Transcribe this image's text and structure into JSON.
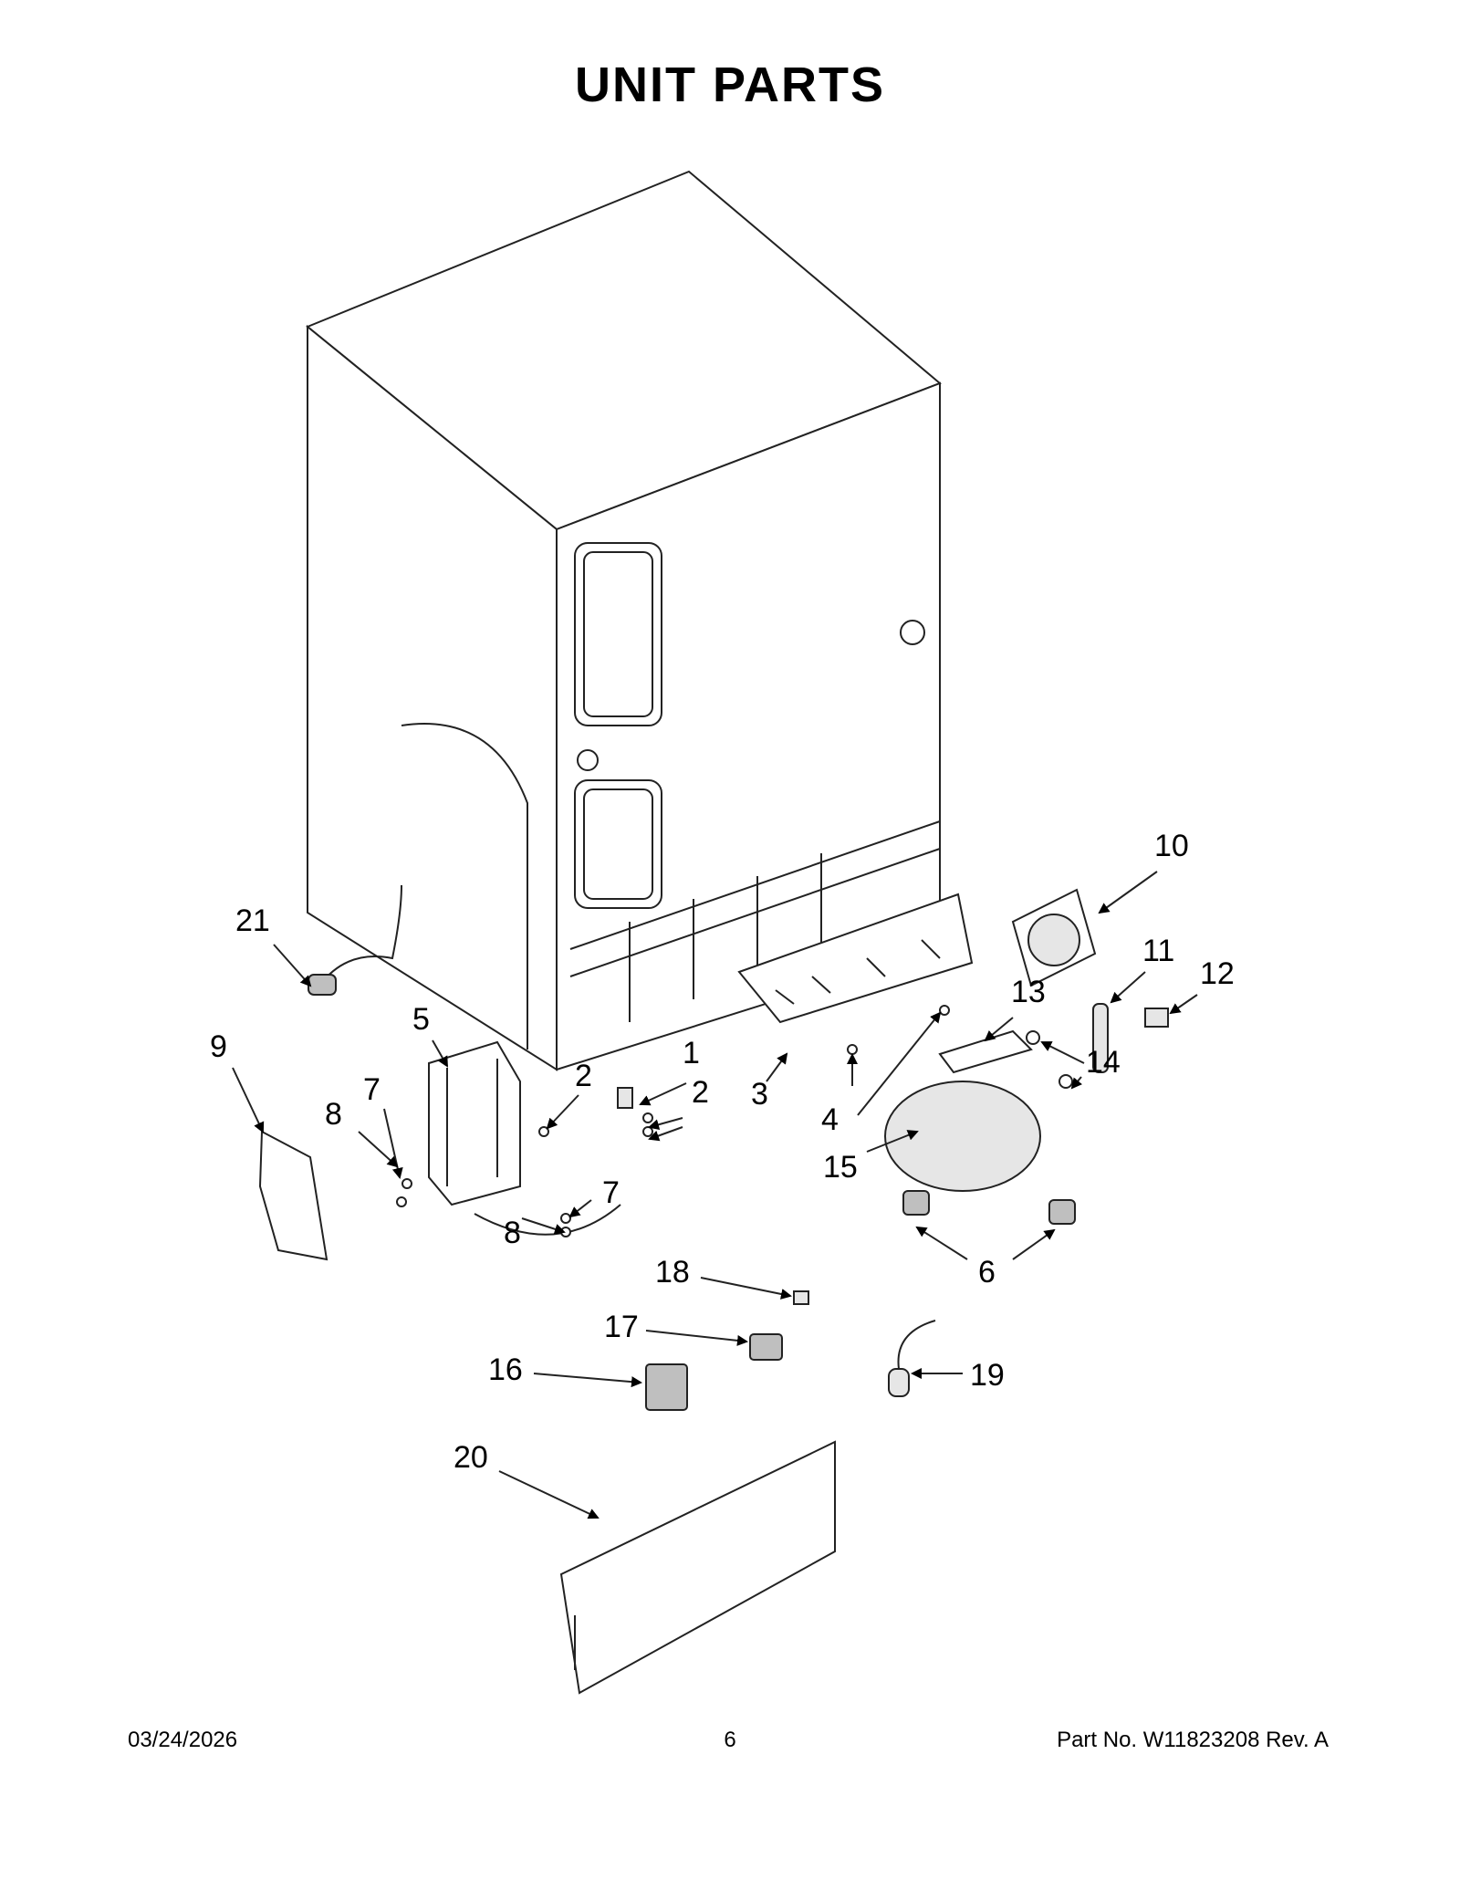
{
  "page": {
    "title": "UNIT  PARTS",
    "footer": {
      "date": "03/24/2026",
      "page_number": "6",
      "part_number": "Part No.  W11823208   Rev.  A"
    }
  },
  "callouts": [
    {
      "label": "1"
    },
    {
      "label": "2"
    },
    {
      "label": "2"
    },
    {
      "label": "3"
    },
    {
      "label": "4"
    },
    {
      "label": "5"
    },
    {
      "label": "6"
    },
    {
      "label": "7"
    },
    {
      "label": "7"
    },
    {
      "label": "8"
    },
    {
      "label": "8"
    },
    {
      "label": "9"
    },
    {
      "label": "10"
    },
    {
      "label": "11"
    },
    {
      "label": "12"
    },
    {
      "label": "13"
    },
    {
      "label": "14"
    },
    {
      "label": "15"
    },
    {
      "label": "16"
    },
    {
      "label": "17"
    },
    {
      "label": "18"
    },
    {
      "label": "19"
    },
    {
      "label": "20"
    },
    {
      "label": "21"
    }
  ]
}
